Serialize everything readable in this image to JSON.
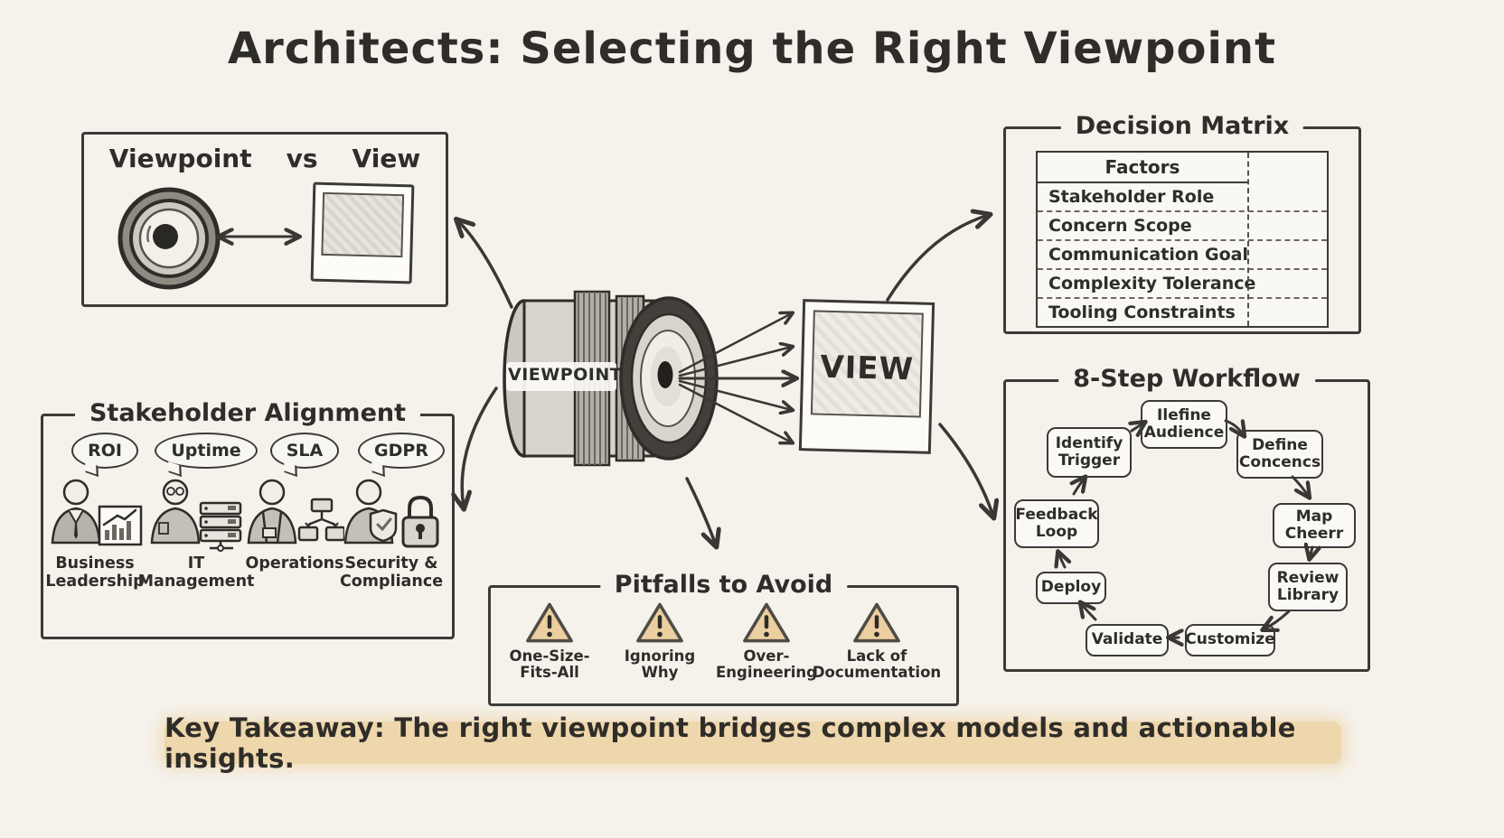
{
  "title": "Architects: Selecting the Right Viewpoint",
  "colors": {
    "paper": "#f5f2ec",
    "ink": "#2f2d29",
    "highlight_band": "#eed7ac",
    "warning_fill": "#eccfa0"
  },
  "icons": {
    "camera_lens": "◉",
    "photo_frame": "🖼",
    "double_arrow": "↔",
    "warning_triangle": "⚠",
    "speech_bubble": "💬",
    "shield": "🛡",
    "padlock": "🔒"
  },
  "comparison_panel": {
    "left_label": "Viewpoint",
    "separator": "vs",
    "right_label": "View"
  },
  "center": {
    "lens_label": "VIEWPOINT",
    "view_label": "VIEW"
  },
  "decision_matrix": {
    "title": "Decision Matrix",
    "column_header": "Factors",
    "rows": [
      "Stakeholder Role",
      "Concern Scope",
      "Communication Goal",
      "Complexity Tolerance",
      "Tooling Constraints"
    ]
  },
  "stakeholder_alignment": {
    "title": "Stakeholder Alignment",
    "stakeholders": [
      {
        "bubble": "ROI",
        "label": "Business Leadership"
      },
      {
        "bubble": "Uptime",
        "label": "IT Management"
      },
      {
        "bubble": "SLA",
        "label": "Operations"
      },
      {
        "bubble": "GDPR",
        "label": "Security & Compliance"
      }
    ]
  },
  "pitfalls": {
    "title": "Pitfalls to Avoid",
    "items": [
      "One-Size-Fits-All",
      "Ignoring Why",
      "Over-Engineering",
      "Lack of Documentation"
    ]
  },
  "workflow": {
    "title": "8-Step Workflow",
    "steps": [
      "Identify Trigger",
      "Ilefine Audience",
      "Define Concencs",
      "Map Cheerr",
      "Review Library",
      "Customize",
      "Validate",
      "Deploy",
      "Feedback Loop"
    ]
  },
  "takeaway": "Key Takeaway: The right viewpoint bridges complex models and actionable insights."
}
